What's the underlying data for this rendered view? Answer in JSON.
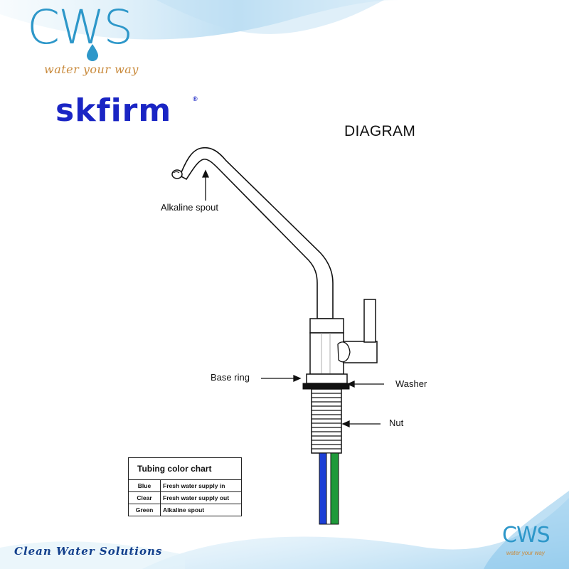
{
  "header": {
    "logo_text": "CWS",
    "tagline": "water your way",
    "brand": "skfirm",
    "brand_mark": "®"
  },
  "diagram": {
    "title": "DIAGRAM",
    "labels": {
      "spout": "Alkaline spout",
      "base_ring": "Base ring",
      "washer": "Washer",
      "nut": "Nut"
    }
  },
  "tubing_chart": {
    "title": "Tubing color chart",
    "rows": [
      {
        "color": "Blue",
        "use": "Fresh water supply in"
      },
      {
        "color": "Clear",
        "use": "Fresh water supply out"
      },
      {
        "color": "Green",
        "use": "Alkaline spout"
      }
    ]
  },
  "footer": {
    "left_text": "Clean Water Solutions",
    "logo_text": "CWS",
    "tagline": "water your way"
  },
  "colors": {
    "cws_blue": "#2d97c9",
    "brand_blue": "#1a25c4",
    "tagline_orange": "#c98a3c",
    "tube_blue": "#1c3fd6",
    "tube_green": "#1e9a3a"
  }
}
